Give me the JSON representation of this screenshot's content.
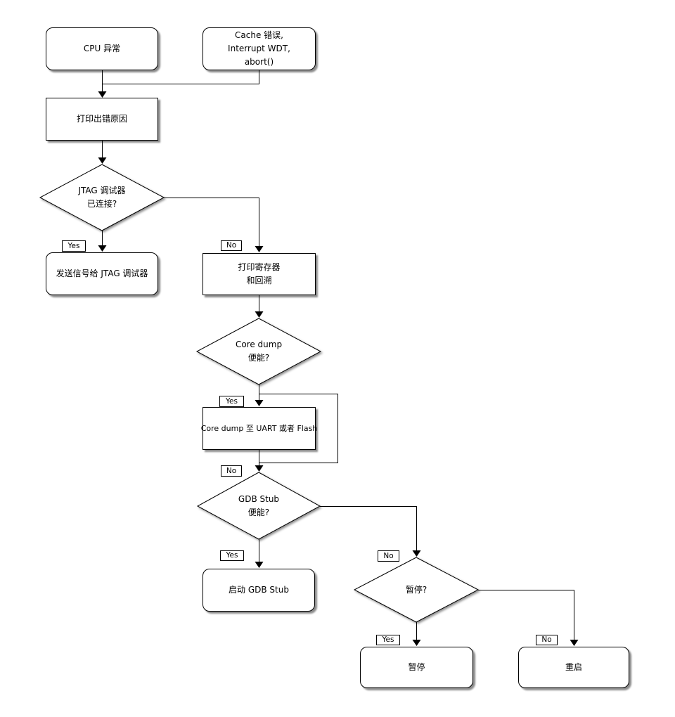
{
  "diagram": {
    "type": "flowchart",
    "language": "zh-CN / en",
    "colors": {
      "background": "#ffffff",
      "shape_fill": "#ffffff",
      "stroke": "#000000",
      "text": "#000000",
      "shadow": "#8a8a8a"
    },
    "nodes": {
      "cpu_exception": "CPU 异常",
      "cache_error": "Cache 错误,\nInterrupt WDT,\nabort()",
      "print_error_reason": "打印出错原因",
      "jtag_connected": "JTAG 调试器\n已连接?",
      "send_signal_jtag": "发送信号给 JTAG 调试器",
      "print_registers_backtrace": "打印寄存器\n和回溯",
      "core_dump_enabled": "Core dump\n便能?",
      "core_dump_uart_flash": "Core dump 至 UART 或者 Flash",
      "gdb_stub_enabled": "GDB Stub\n便能?",
      "start_gdb_stub": "启动 GDB Stub",
      "halt_question": "暂停?",
      "halt": "暂停",
      "reboot": "重启"
    },
    "edge_labels": {
      "jtag_yes": "Yes",
      "jtag_no": "No",
      "coredump_yes": "Yes",
      "coredump_no": "No",
      "gdb_yes": "Yes",
      "gdb_no": "No",
      "halt_yes": "Yes",
      "halt_no": "No"
    }
  }
}
